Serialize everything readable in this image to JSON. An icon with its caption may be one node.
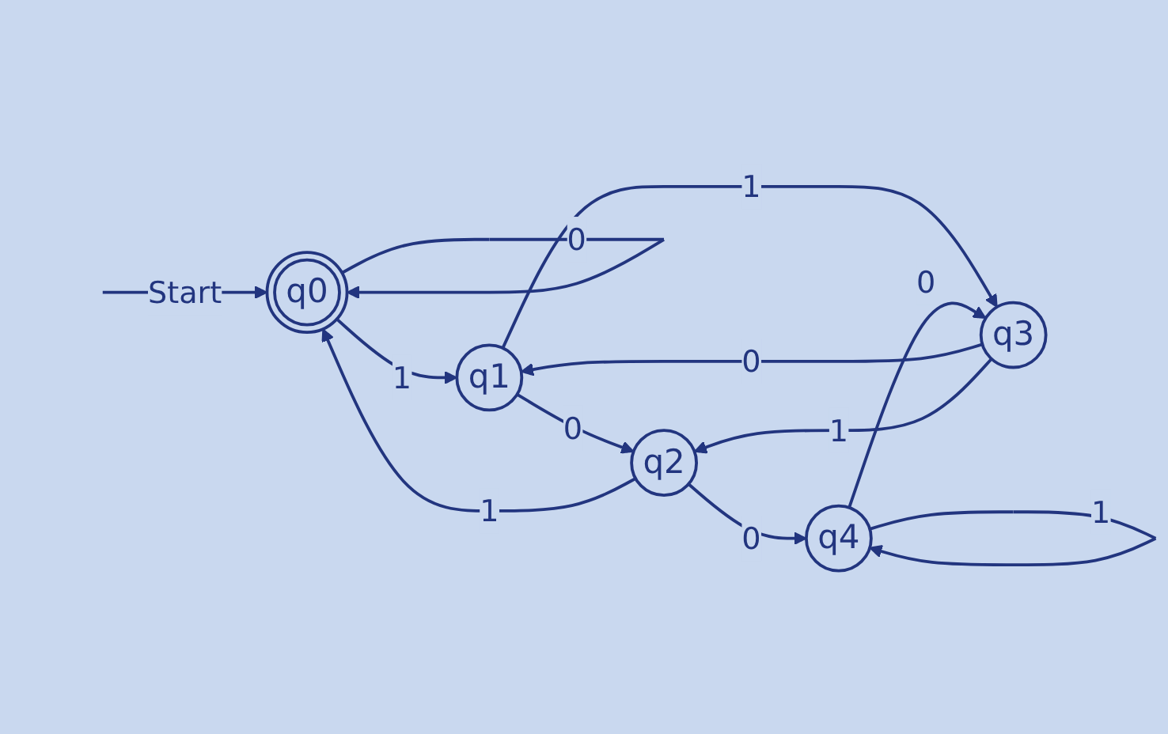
{
  "diagram": {
    "nodes": [
      {
        "text": [
          "q0"
        ]
      },
      {
        "text": [
          "q1"
        ]
      },
      {
        "text": [
          "q2"
        ]
      },
      {
        "text": [
          "q3"
        ]
      },
      {
        "text": [
          "q4"
        ]
      }
    ],
    "edges": [
      {
        "from": null,
        "to": 0,
        "arrow": "to",
        "label": "Start"
      },
      {
        "from": 0,
        "to": 0,
        "arrow": "to",
        "label": "0"
      },
      {
        "from": 0,
        "to": 1,
        "arrow": "to",
        "label": "1"
      },
      {
        "from": 2,
        "to": 0,
        "arrow": "to",
        "label": "1"
      },
      {
        "from": 1,
        "to": 2,
        "arrow": "to",
        "label": "0"
      },
      {
        "from": 1,
        "to": 3,
        "arrow": "to",
        "label": "1"
      },
      {
        "from": 3,
        "to": 1,
        "arrow": "to",
        "label": "0"
      },
      {
        "from": 3,
        "to": 2,
        "arrow": "to",
        "label": "1"
      },
      {
        "from": 2,
        "to": 4,
        "arrow": "to",
        "label": "0"
      },
      {
        "from": 4,
        "to": 3,
        "arrow": "to",
        "label": "0"
      },
      {
        "from": 4,
        "to": 4,
        "arrow": "to",
        "label": "1"
      }
    ]
  }
}
